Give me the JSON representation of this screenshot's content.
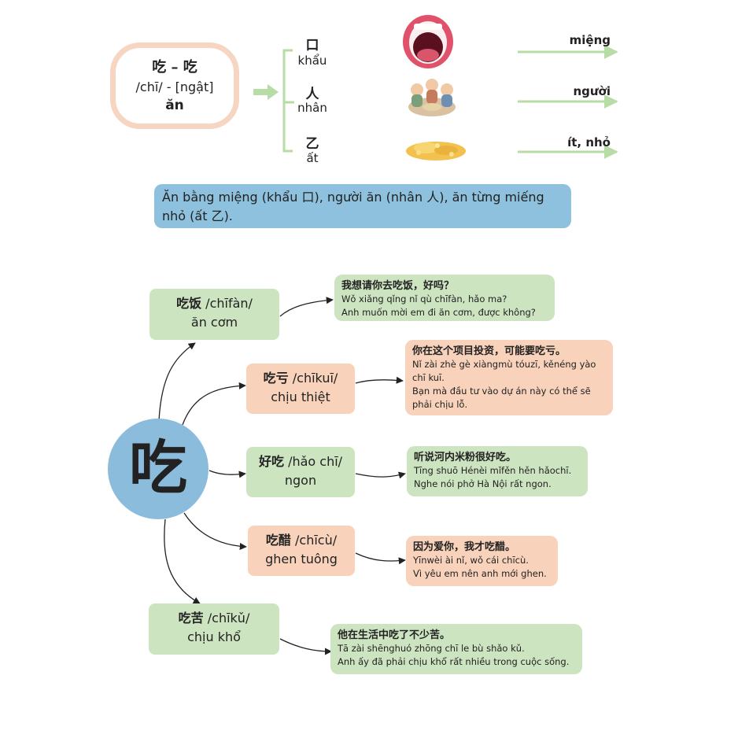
{
  "header": {
    "title_chars": "吃 – 吃",
    "pronunciation": "/chī/ - [ngật]",
    "meaning": "ăn"
  },
  "components": [
    {
      "char": "口",
      "reading": "khẩu",
      "meaning": "miệng",
      "icon": "open-mouth-icon"
    },
    {
      "char": "人",
      "reading": "nhân",
      "meaning": "người",
      "icon": "people-eating-icon"
    },
    {
      "char": "乙",
      "reading": "ất",
      "meaning": "ít, nhỏ",
      "icon": "small-grains-icon"
    }
  ],
  "summary": "Ăn bằng miệng (khẩu 口), người ăn (nhân 人), ăn từng miếng nhỏ (ất 乙).",
  "center_char": "吃",
  "words": [
    {
      "hanzi": "吃饭",
      "pinyin": "/chīfàn/",
      "meaning": "ăn cơm",
      "color": "#cde4c0",
      "example": {
        "zh": "我想请你去吃饭，好吗？",
        "pinyin": "Wǒ xiǎng qǐng nǐ qù chīfàn, hǎo ma?",
        "vi": "Anh muốn mời em đi ăn cơm, được không?"
      }
    },
    {
      "hanzi": "吃亏",
      "pinyin": "/chīkuī/",
      "meaning": "chịu thiệt",
      "color": "#f8d2bb",
      "example": {
        "zh": "你在这个项目投资，可能要吃亏。",
        "pinyin": "Nǐ zài zhè gè xiàngmù tóuzī, kěnéng yào chī kuī.",
        "vi": "Bạn mà đầu tư vào dự án này có thể sẽ phải chịu lỗ."
      }
    },
    {
      "hanzi": "好吃",
      "pinyin": "/hǎo chī/",
      "meaning": "ngon",
      "color": "#cde4c0",
      "example": {
        "zh": "听说河内米粉很好吃。",
        "pinyin": "Tīng shuō Hénèi mǐfěn hěn hǎochī.",
        "vi": "Nghe nói phở Hà Nội rất ngon."
      }
    },
    {
      "hanzi": "吃醋",
      "pinyin": "/chīcù/",
      "meaning": "ghen tuông",
      "color": "#f8d2bb",
      "example": {
        "zh": "因为爱你，我才吃醋。",
        "pinyin": "Yīnwèi ài nǐ, wǒ cái chīcù.",
        "vi": "Vì yêu em nên anh mới ghen."
      }
    },
    {
      "hanzi": "吃苦",
      "pinyin": "/chīkǔ/",
      "meaning": "chịu khổ",
      "color": "#cde4c0",
      "example": {
        "zh": "他在生活中吃了不少苦。",
        "pinyin": "Tā zài shēnghuó zhōng chī le bù shǎo kǔ.",
        "vi": "Anh ấy đã phải chịu khổ rất nhiều trong cuộc sống."
      }
    }
  ],
  "colors": {
    "green": "#cde4c0",
    "peach": "#f8d2bb",
    "blue": "#8cbcdb",
    "arrow_green": "#b7dca5"
  }
}
